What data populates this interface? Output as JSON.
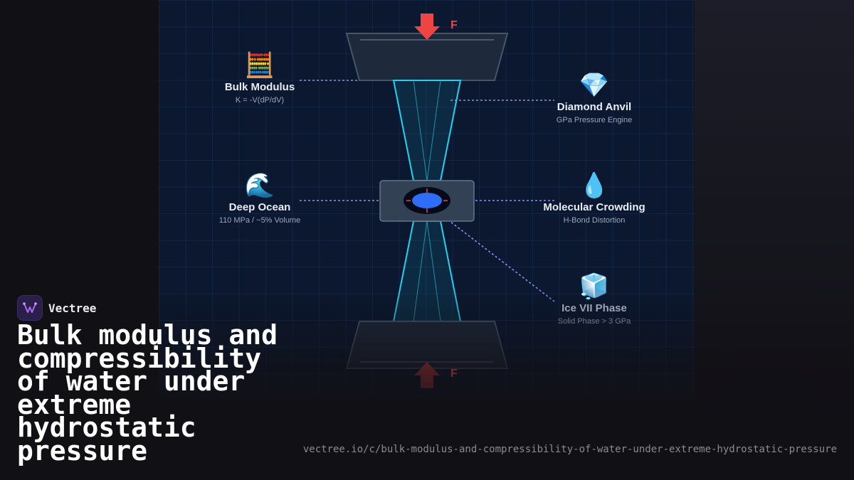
{
  "force_label": "F",
  "nodes": {
    "bulk_modulus": {
      "icon": "abacus-icon",
      "glyph": "🧮",
      "title": "Bulk Modulus",
      "subtitle": "K = -V(dP/dV)"
    },
    "diamond_anvil": {
      "icon": "gem-icon",
      "glyph": "💎",
      "title": "Diamond Anvil",
      "subtitle": "GPa Pressure Engine"
    },
    "deep_ocean": {
      "icon": "wave-icon",
      "glyph": "🌊",
      "title": "Deep Ocean",
      "subtitle": "110 MPa / ~5% Volume"
    },
    "molecular_crowding": {
      "icon": "droplet-icon",
      "glyph": "💧",
      "title": "Molecular Crowding",
      "subtitle": "H-Bond Distortion"
    },
    "ice_vii": {
      "icon": "ice-cube-icon",
      "glyph": "🧊",
      "title": "Ice VII Phase",
      "subtitle": "Solid Phase > 3 GPa"
    }
  },
  "brand": {
    "name": "Vectree",
    "logo_icon": "vectree-logo-icon"
  },
  "headline": "Bulk modulus and compressibility of water under extreme hydrostatic pressure",
  "url": "vectree.io/c/bulk-modulus-and-compressibility-of-water-under-extreme-hydrostatic-pressure",
  "colors": {
    "accent": "#22d3ee",
    "force": "#ef4444",
    "connector": "#8b8ff0",
    "sample": "#2f6df6"
  }
}
